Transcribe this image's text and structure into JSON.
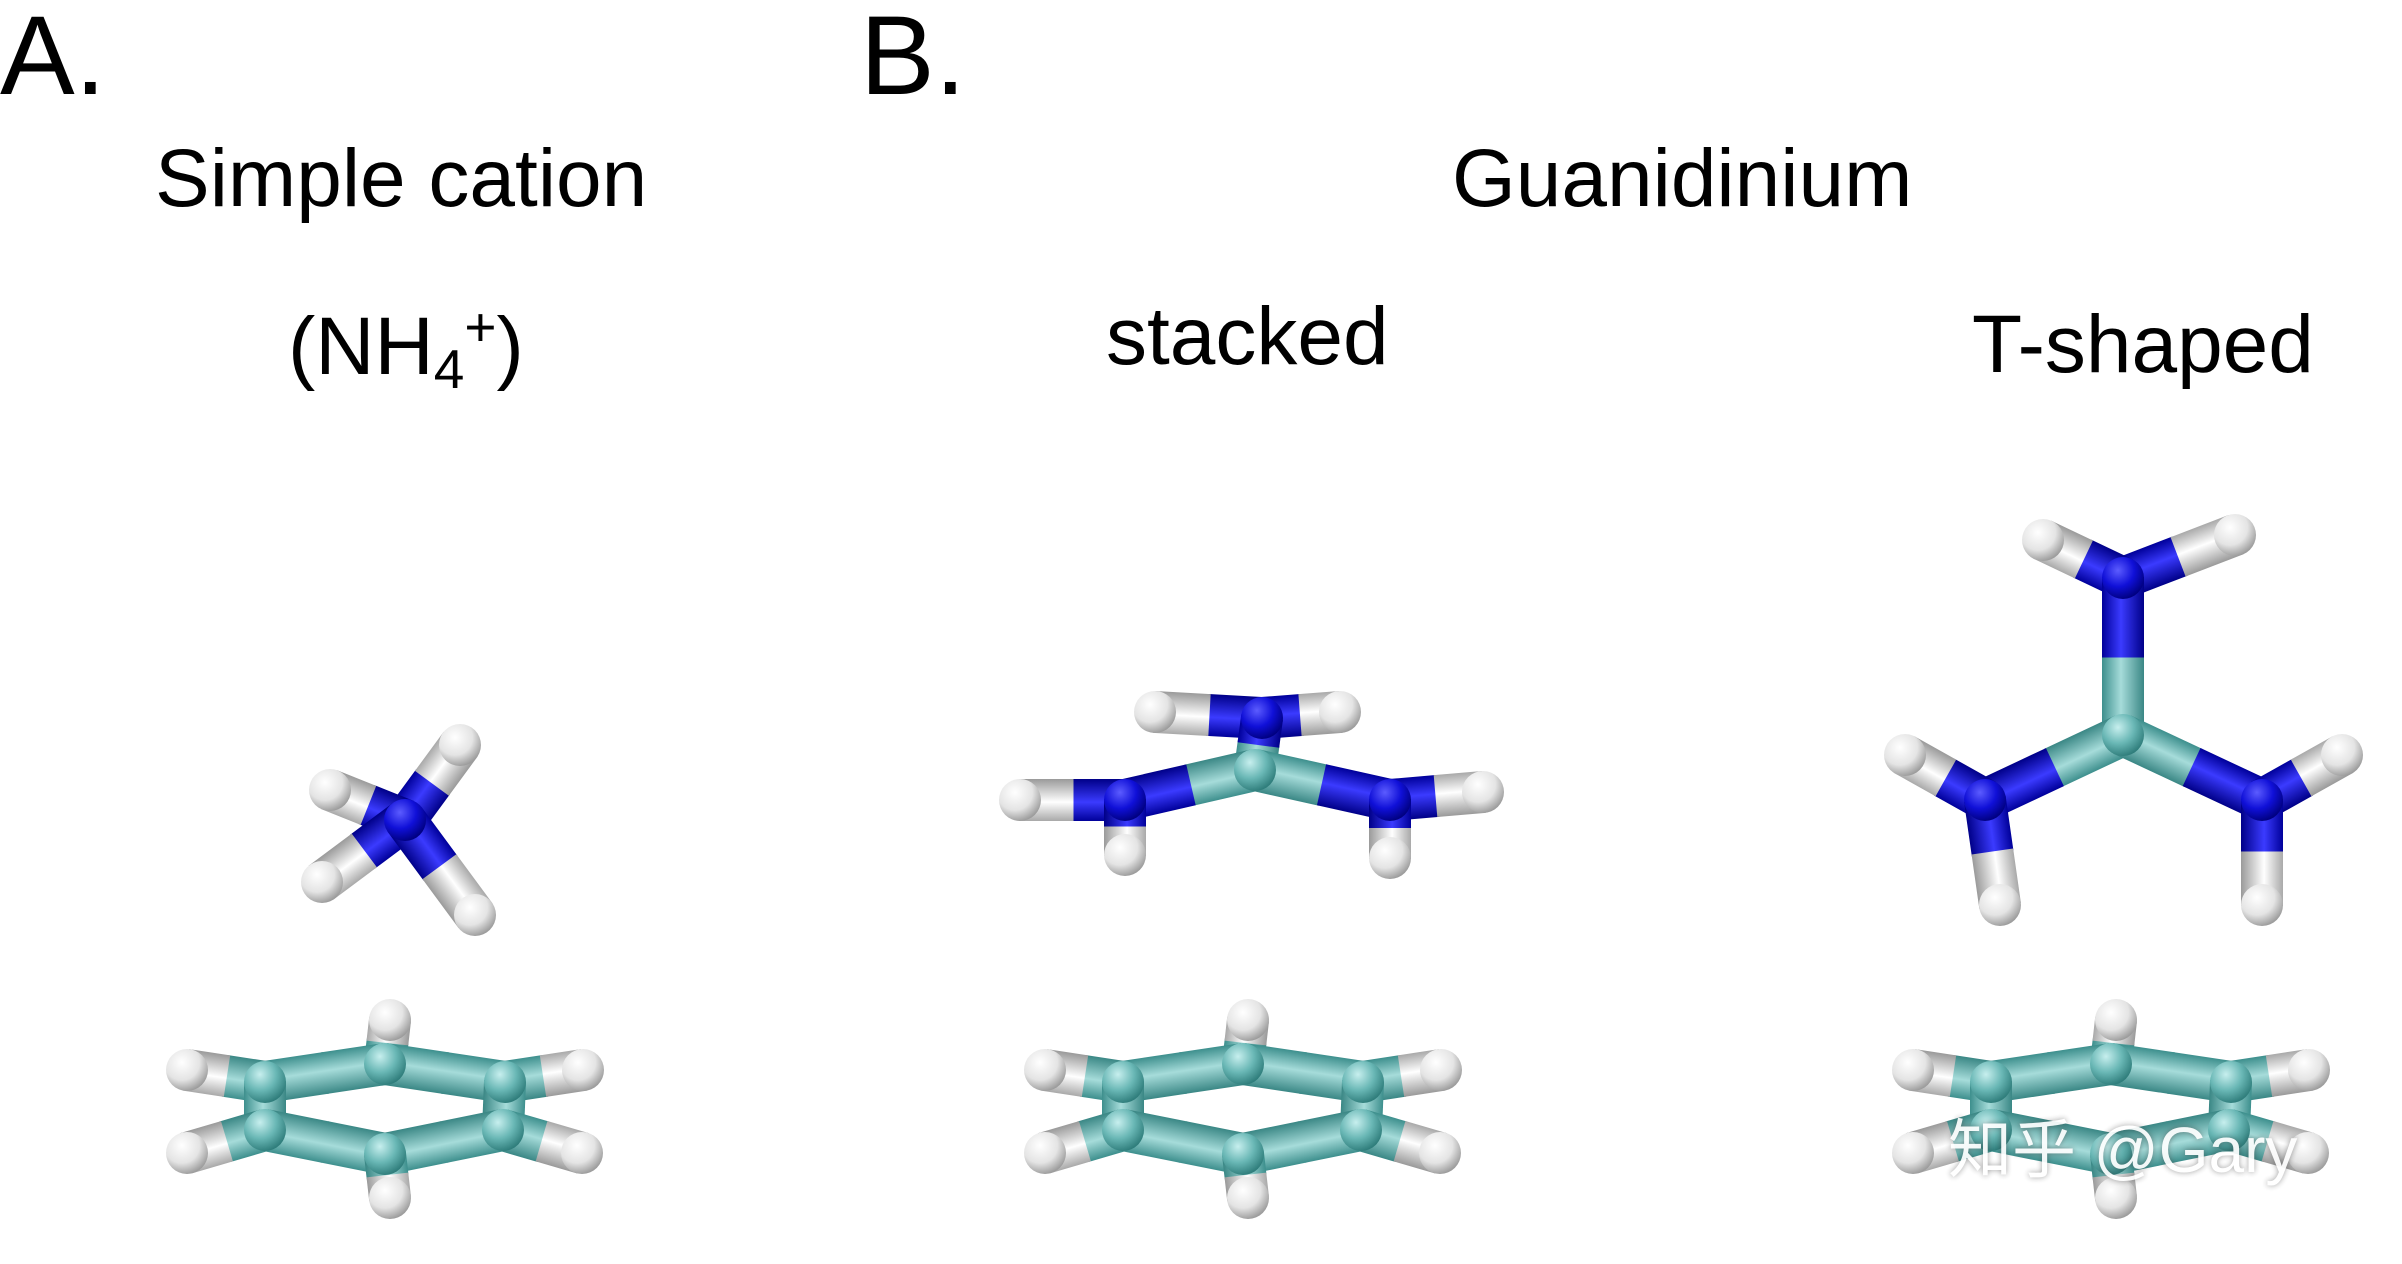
{
  "panels": {
    "a": {
      "label": "A.",
      "title": "Simple cation",
      "formula": {
        "open": "(NH",
        "sub": "4",
        "sup": "+",
        "close": ")"
      }
    },
    "b": {
      "label": "B.",
      "title": "Guanidinium",
      "sub_labels": {
        "stacked": "stacked",
        "t_shaped": "T-shaped"
      }
    }
  },
  "watermark": "知乎 @Gary",
  "colors": {
    "carbon": "#69b7b5",
    "nitrogen": "#1010d8",
    "hydrogen": "#e9e9e9",
    "background": "#ffffff"
  },
  "molecules": [
    "ammonium",
    "benzene",
    "guanidinium-stacked",
    "benzene",
    "guanidinium-t-shaped",
    "benzene"
  ]
}
